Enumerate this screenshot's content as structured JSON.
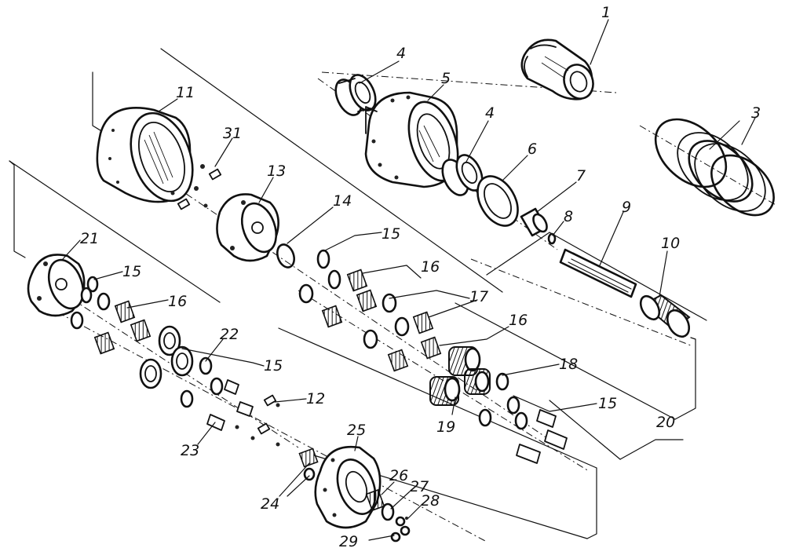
{
  "callouts": [
    {
      "id": "c1",
      "label": "1"
    },
    {
      "id": "c3",
      "label": "3"
    },
    {
      "id": "c4a",
      "label": "4"
    },
    {
      "id": "c4b",
      "label": "4"
    },
    {
      "id": "c5",
      "label": "5"
    },
    {
      "id": "c6",
      "label": "6"
    },
    {
      "id": "c7",
      "label": "7"
    },
    {
      "id": "c8",
      "label": "8"
    },
    {
      "id": "c9",
      "label": "9"
    },
    {
      "id": "c10",
      "label": "10"
    },
    {
      "id": "c11",
      "label": "11"
    },
    {
      "id": "c12",
      "label": "12"
    },
    {
      "id": "c13",
      "label": "13"
    },
    {
      "id": "c14",
      "label": "14"
    },
    {
      "id": "c15a",
      "label": "15"
    },
    {
      "id": "c15b",
      "label": "15"
    },
    {
      "id": "c15c",
      "label": "15"
    },
    {
      "id": "c15d",
      "label": "15"
    },
    {
      "id": "c16a",
      "label": "16"
    },
    {
      "id": "c16b",
      "label": "16"
    },
    {
      "id": "c16c",
      "label": "16"
    },
    {
      "id": "c17",
      "label": "17"
    },
    {
      "id": "c18",
      "label": "18"
    },
    {
      "id": "c19",
      "label": "19"
    },
    {
      "id": "c20",
      "label": "20"
    },
    {
      "id": "c21",
      "label": "21"
    },
    {
      "id": "c22",
      "label": "22"
    },
    {
      "id": "c23",
      "label": "23"
    },
    {
      "id": "c24",
      "label": "24"
    },
    {
      "id": "c25",
      "label": "25"
    },
    {
      "id": "c26",
      "label": "26"
    },
    {
      "id": "c27",
      "label": "27"
    },
    {
      "id": "c28",
      "label": "28"
    },
    {
      "id": "c29",
      "label": "29"
    },
    {
      "id": "c31",
      "label": "31"
    }
  ]
}
